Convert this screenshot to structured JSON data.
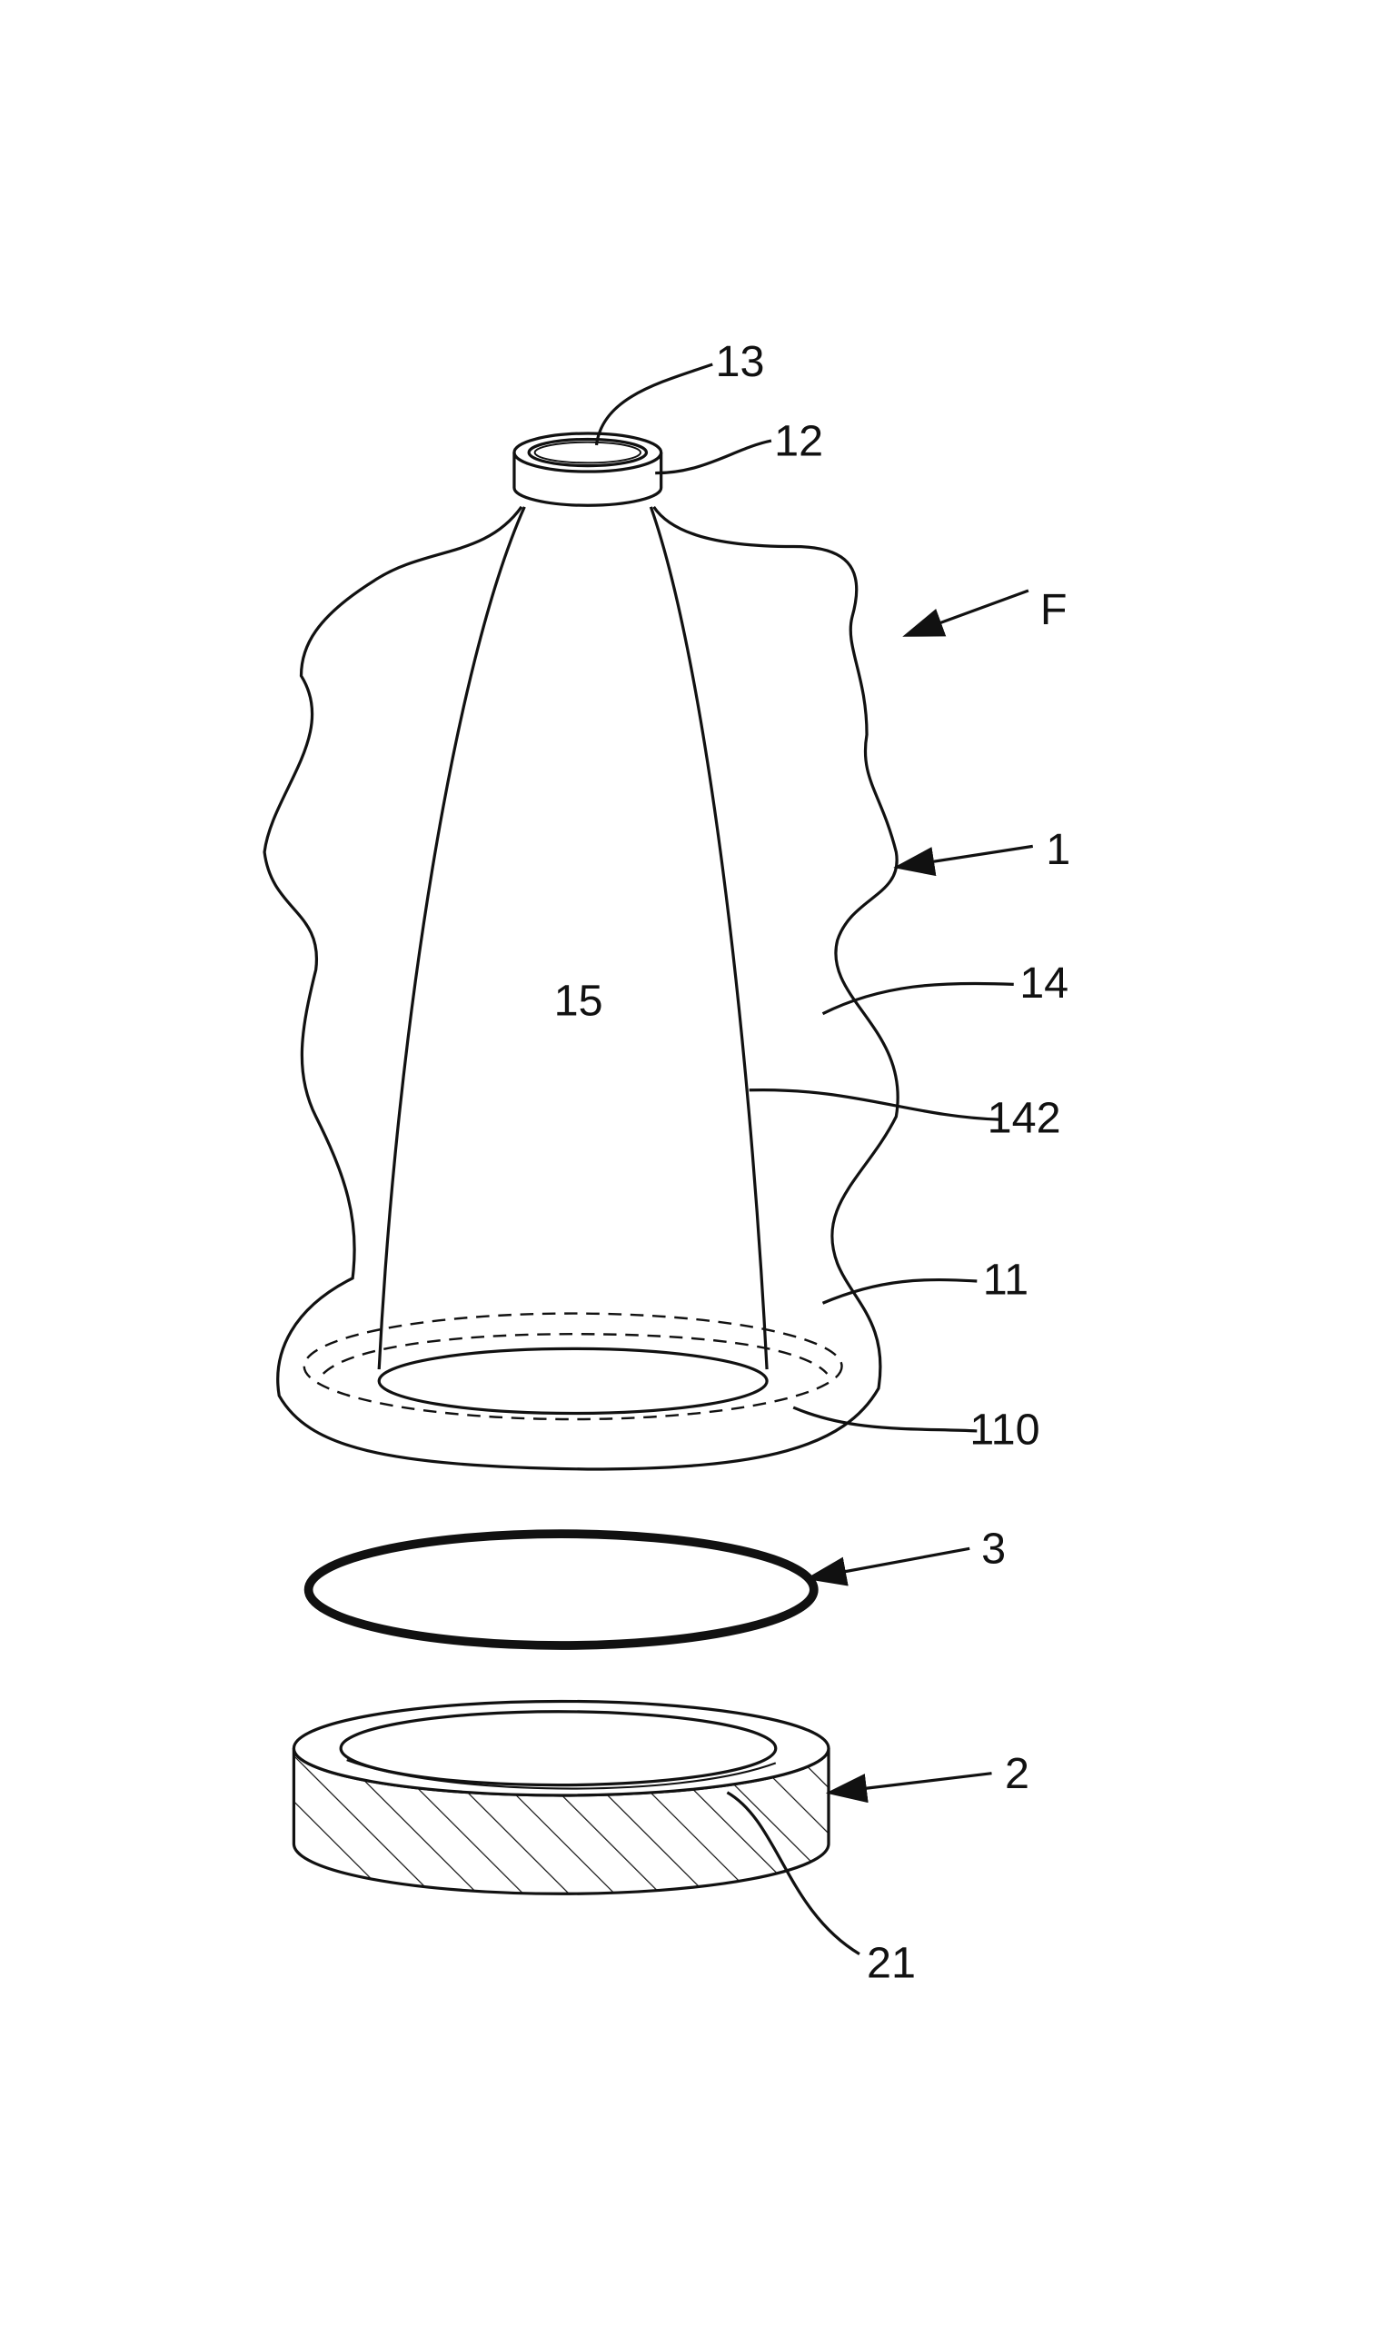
{
  "figure": {
    "labels": {
      "inner_opening": "13",
      "neck_ring": "12",
      "assembly": "F",
      "bag": "1",
      "bag_wall": "14",
      "cone_interior": "15",
      "cone_edge": "142",
      "bag_bottom": "11",
      "bag_base_rim": "110",
      "o_ring": "3",
      "base_disc": "2",
      "base_recess": "21"
    }
  }
}
